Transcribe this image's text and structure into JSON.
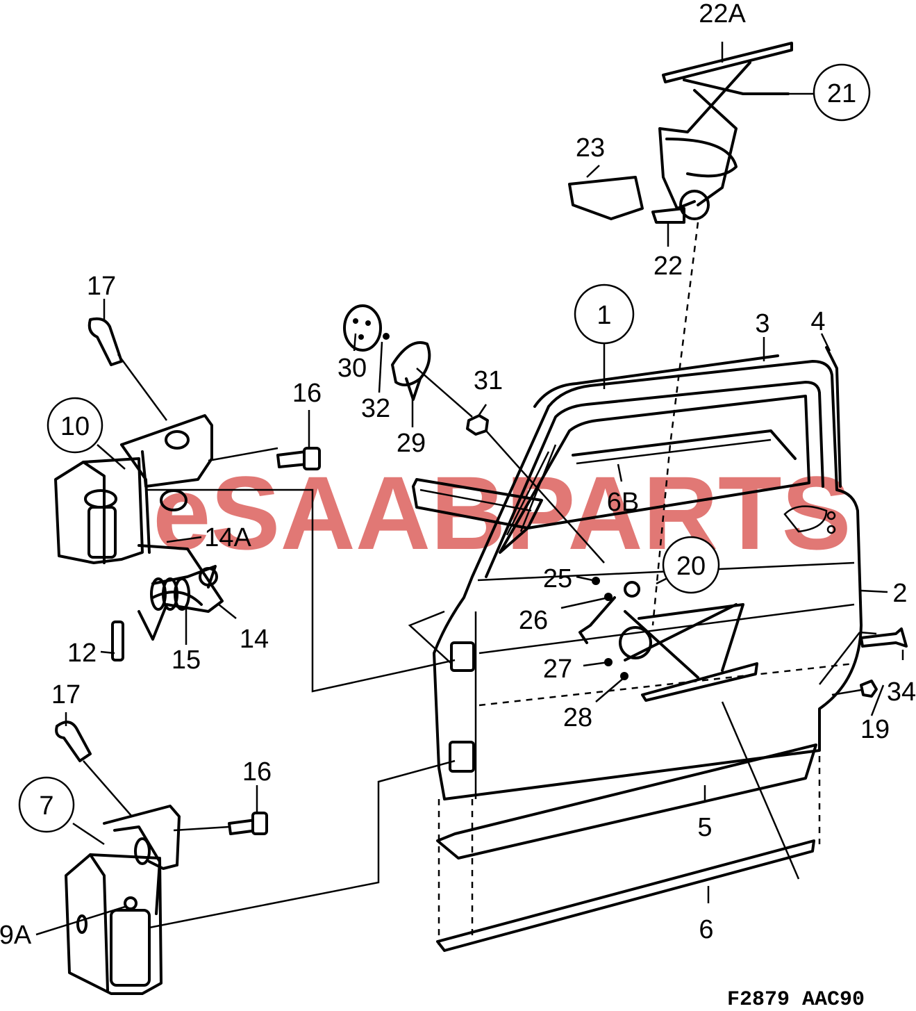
{
  "watermark": "eSAABPARTS",
  "diagram_code": "F2879  AAC90",
  "callouts": {
    "c1": "1",
    "c2": "2",
    "c3": "3",
    "c4": "4",
    "c5": "5",
    "c6": "6",
    "c6b": "6B",
    "c7": "7",
    "c9a": "9A",
    "c10": "10",
    "c12": "12",
    "c14": "14",
    "c14a": "14A",
    "c15": "15",
    "c16a": "16",
    "c16b": "16",
    "c17a": "17",
    "c17b": "17",
    "c19": "19",
    "c20": "20",
    "c21": "21",
    "c22": "22",
    "c22a": "22A",
    "c23": "23",
    "c25": "25",
    "c26": "26",
    "c27": "27",
    "c28": "28",
    "c29": "29",
    "c30": "30",
    "c31": "31",
    "c32": "32",
    "c34": "34"
  }
}
